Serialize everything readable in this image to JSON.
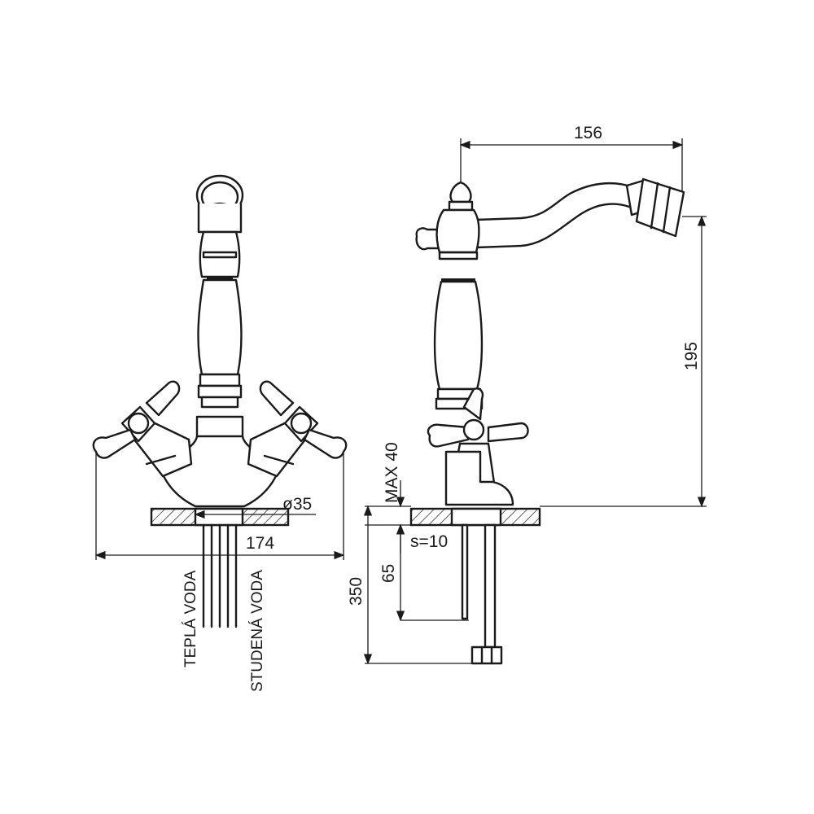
{
  "dimensions": {
    "spout_reach": "156",
    "spout_height": "195",
    "base_spread": "174",
    "hole_diameter": "ø35",
    "max_deck": "MAX 40",
    "wall_thickness": "s=10",
    "rod_depth": "65",
    "hose_length": "350"
  },
  "labels": {
    "hot_water": "TEPLÁ VODA",
    "cold_water": "STUDENÁ VODA"
  }
}
